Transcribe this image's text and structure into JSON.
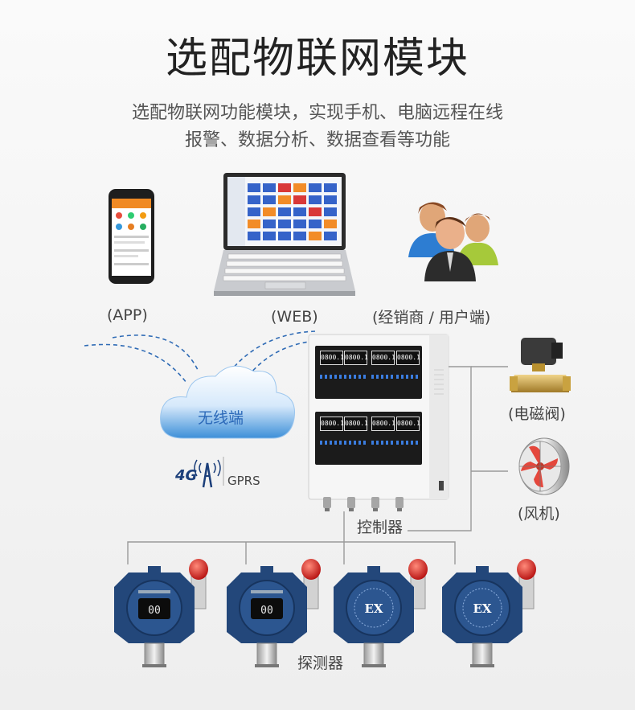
{
  "title": "选配物联网模块",
  "subtitle": {
    "line1": "选配物联网功能模块，实现手机、电脑远程在线",
    "line2": "报警、数据分析、数据查看等功能"
  },
  "labels": {
    "app": "(APP)",
    "web": "(WEB)",
    "dealer": "(经销商 / 用户端)",
    "cloud": "无线端",
    "signal_4g": "4G",
    "gprs": "GPRS",
    "valve": "(电磁阀)",
    "fan": "(风机)",
    "controller": "控制器",
    "detector": "探测器"
  },
  "controller_panel": {
    "readouts": [
      "0800.1",
      "0800.1",
      "0800.1",
      "0800.1",
      "0800.1",
      "0800.1",
      "0800.1",
      "0800.1"
    ]
  },
  "detectors": {
    "display_reading": "00",
    "ex_mark": "EX"
  },
  "colors": {
    "detector_blue": "#23477a",
    "alarm_red": "#d81e1e",
    "cloud_blue": "#3d8fd8",
    "dashed_line": "#2f6bb5"
  }
}
